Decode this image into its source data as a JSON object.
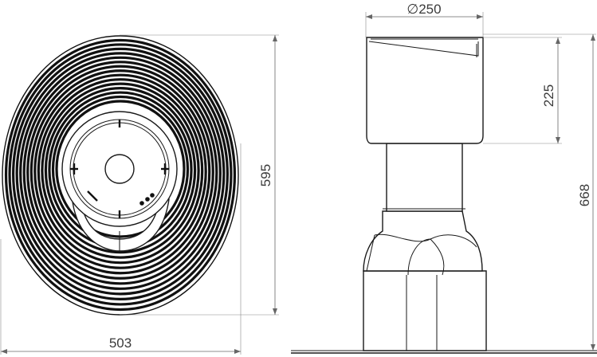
{
  "dimensions": {
    "plan_width": "503",
    "plan_height": "595",
    "diameter": "∅250",
    "cap_height": "225",
    "total_height": "668"
  },
  "colors": {
    "line": "#1a1a1a",
    "dimension": "#666666",
    "background": "#ffffff"
  }
}
